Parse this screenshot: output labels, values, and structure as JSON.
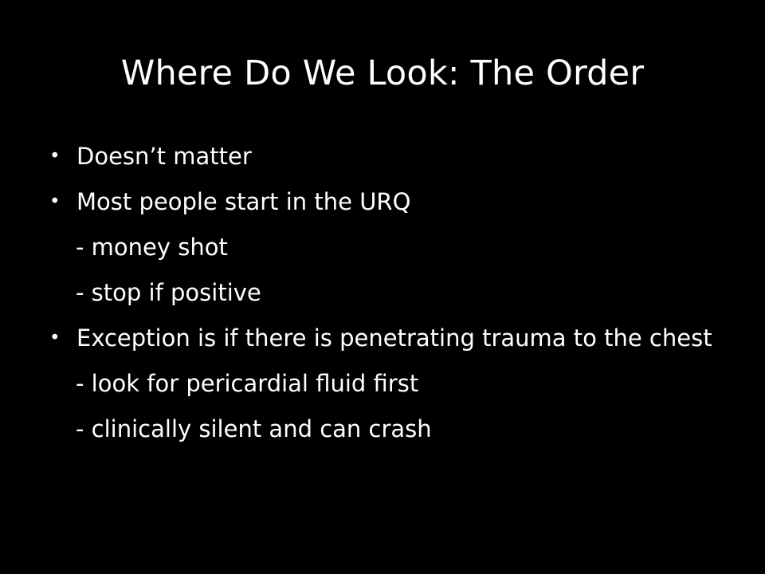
{
  "slide": {
    "title": "Where Do We Look: The Order",
    "items": [
      {
        "type": "bullet",
        "text": "Doesn’t matter"
      },
      {
        "type": "bullet",
        "text": "Most people start in the URQ"
      },
      {
        "type": "sub",
        "text": "- money shot"
      },
      {
        "type": "sub",
        "text": "- stop if positive"
      },
      {
        "type": "bullet",
        "text": "Exception is if there is penetrating trauma to the chest"
      },
      {
        "type": "sub",
        "text": "- look for pericardial fluid first"
      },
      {
        "type": "sub",
        "text": "- clinically silent and can crash"
      }
    ],
    "bullet_glyph": "•",
    "colors": {
      "background": "#000000",
      "text": "#ffffff"
    }
  }
}
